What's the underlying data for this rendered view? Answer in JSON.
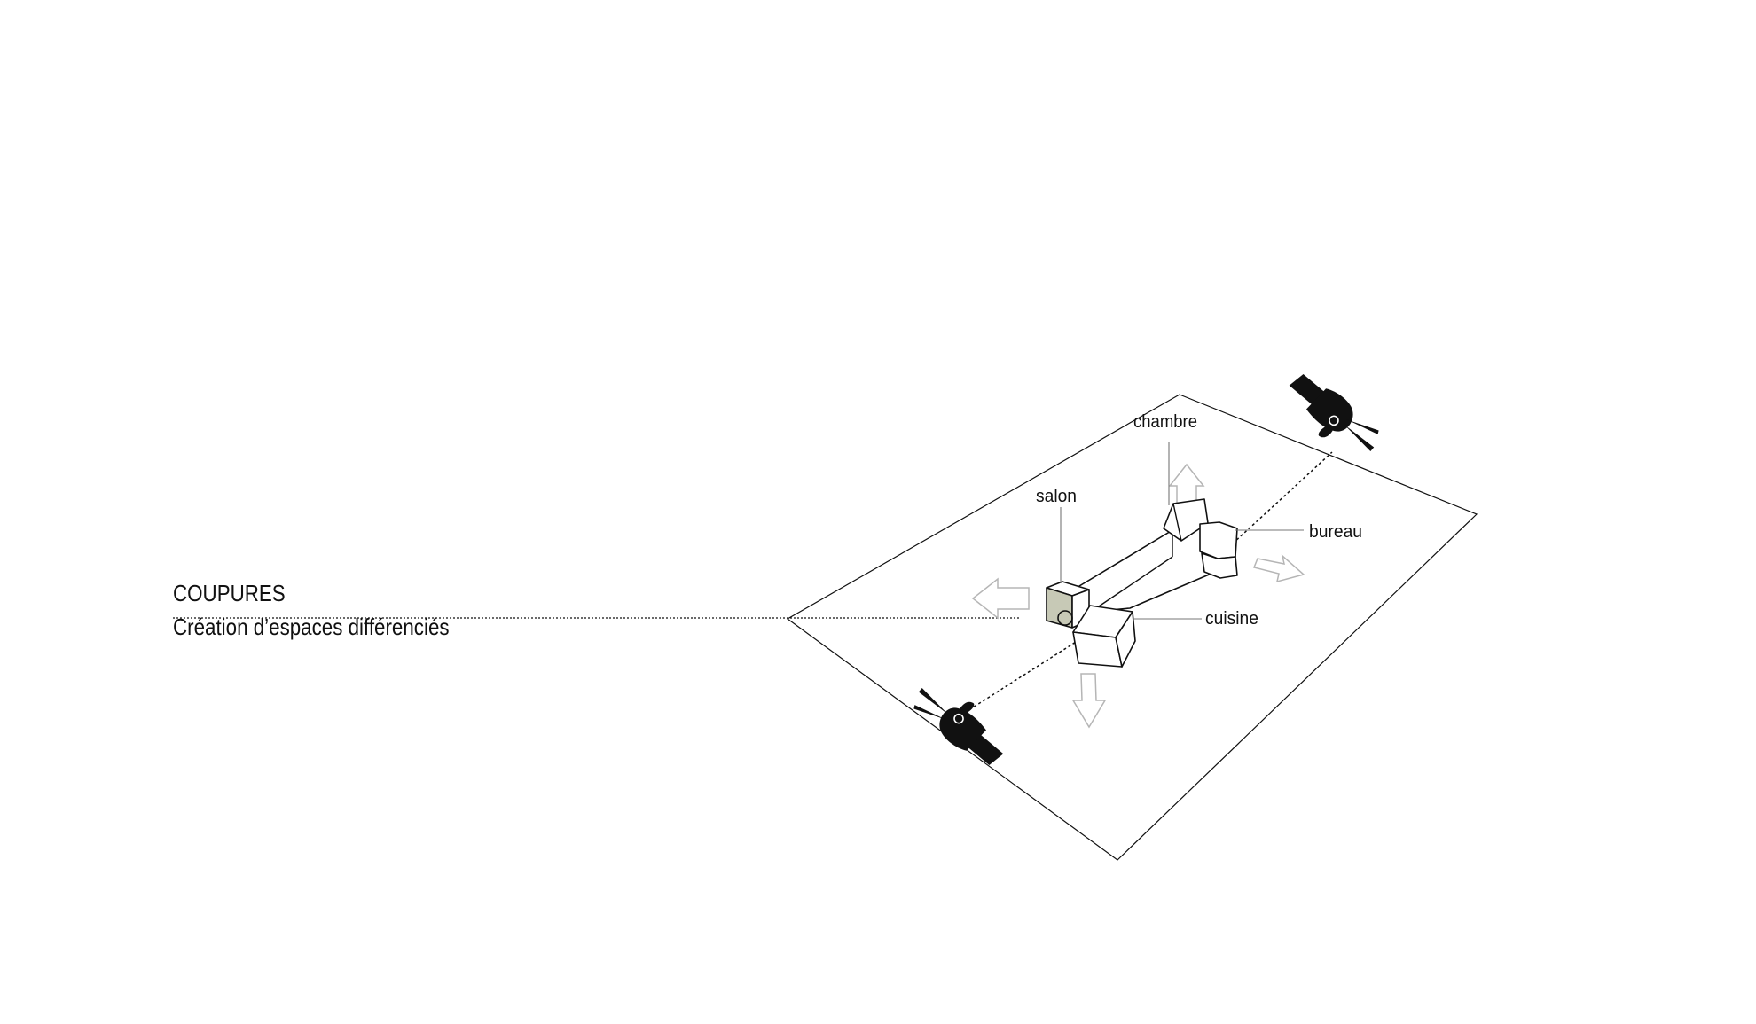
{
  "heading": {
    "title": "COUPURES",
    "subtitle": "Création d’espaces différenciés"
  },
  "labels": {
    "chambre": "chambre",
    "salon": "salon",
    "bureau": "bureau",
    "cuisine": "cuisine"
  },
  "colors": {
    "line": "#111111",
    "arrow": "#b5b5b5",
    "highlight_box": "#c7c9b6",
    "background": "#ffffff"
  },
  "icons": [
    "hand-scissors-icon",
    "arrow-icon"
  ]
}
